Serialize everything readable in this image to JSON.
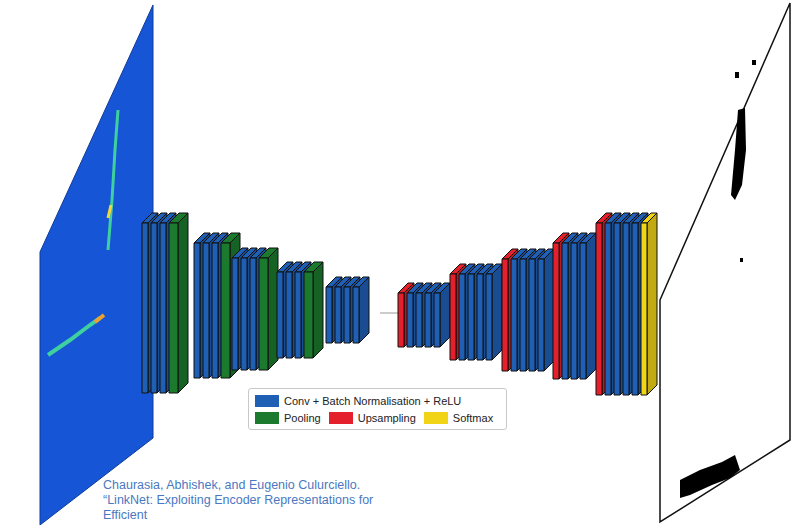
{
  "diagram": {
    "labels": [
      "Chaurasia, Abhishek, and Eugenio Culurciello. “LinkNet: Exploiting Encoder Representations for Efficient"
    ],
    "legend": [
      {
        "text": "Conv + Batch Normalisation + ReLU",
        "color": "#1f5fb4"
      },
      {
        "text": "Pooling",
        "color": "#1b7a2e"
      },
      {
        "text": "Upsampling",
        "color": "#e3202b"
      },
      {
        "text": "Softmax",
        "color": "#f2d417"
      }
    ]
  }
}
